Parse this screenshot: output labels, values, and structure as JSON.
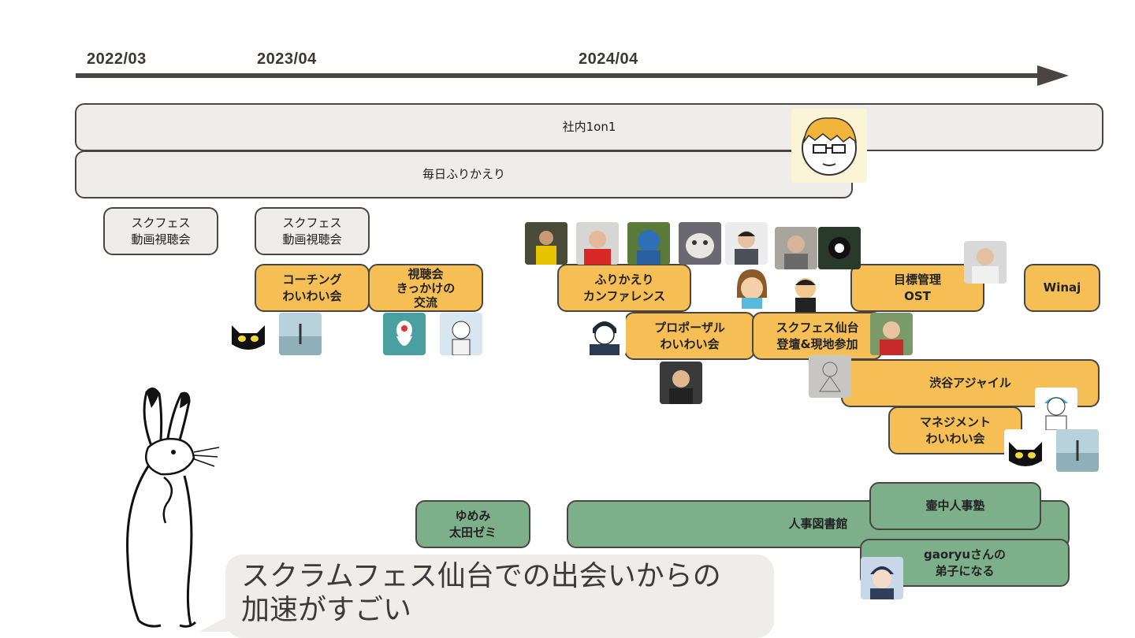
{
  "timeline": {
    "dates": [
      "2022/03",
      "2023/04",
      "2024/04"
    ]
  },
  "bars": {
    "onon": "社内1on1",
    "daily": "毎日ふりかえり"
  },
  "events": {
    "scfest_a": "スクフェス\n動画視聴会",
    "scfest_b": "スクフェス\n動画視聴会",
    "coaching": "コーチング\nわいわい会",
    "viewing": "視聴会\nきっかけの\n交流",
    "furikaeri_conf": "ふりかえり\nカンファレンス",
    "proposal": "プロポーザル\nわいわい会",
    "sendai": "スクフェス仙台\n登壇&現地参加",
    "ost": "目標管理\nOST",
    "winaj": "Winaj",
    "shibuya": "渋谷アジャイル",
    "management": "マネジメント\nわいわい会",
    "yumemi": "ゆめみ\n太田ゼミ",
    "library": "人事図書館",
    "kochu": "壷中人事塾",
    "gaoryu": "gaoryuさんの\n弟子になる"
  },
  "speech": {
    "text": "スクラムフェス仙台での出会いからの\n加速がすごい"
  },
  "icons": [
    "rabbit-illustration",
    "cat-icon",
    "avatar-icon"
  ],
  "colors": {
    "orange": "#f6bf55",
    "green": "#7db08a",
    "gray": "#efedea",
    "line": "#4a4542"
  }
}
